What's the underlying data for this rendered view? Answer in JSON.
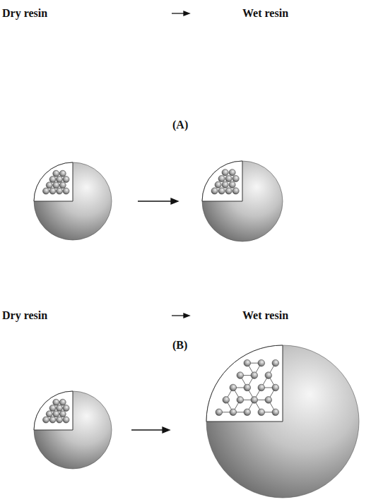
{
  "diagram": {
    "labels": [
      "Dry resin",
      "Wet resin",
      "(A)",
      "Dry resin",
      "Wet resin",
      "(B)"
    ]
  }
}
